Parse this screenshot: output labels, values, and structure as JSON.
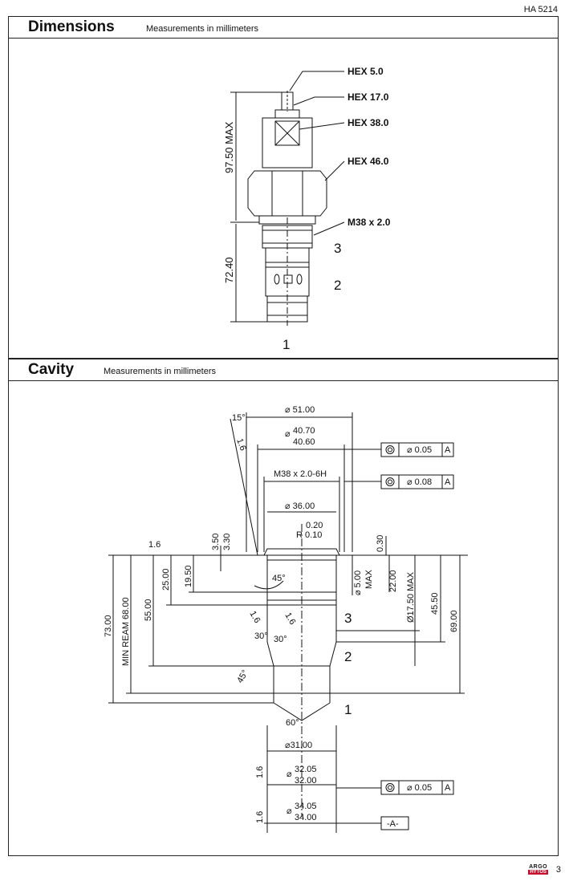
{
  "doc_code": "HA 5214",
  "page_number": "3",
  "dimensions": {
    "title": "Dimensions",
    "subtitle": "Measurements in millimeters",
    "labels": {
      "hex5": "HEX 5.0",
      "hex17": "HEX 17.0",
      "hex38": "HEX 38.0",
      "hex46": "HEX 46.0",
      "thread": "M38 x  2.0",
      "height_upper": "97.50 MAX",
      "height_lower": "72.40",
      "port3": "3",
      "port2": "2",
      "port1": "1"
    }
  },
  "cavity": {
    "title": "Cavity",
    "subtitle": "Measurements in millimeters",
    "labels": {
      "d51": "⌀ 51.00",
      "d40_hi": "40.70",
      "d40_lo": "40.60",
      "d40_sym": "⌀",
      "thread": "M38 x 2.0-6H",
      "d36": "⌀ 36.00",
      "r_a": "0.20",
      "r_b": "R 0.10",
      "angle15": "15°",
      "rough": "1.6",
      "tol1": "⌀ 0.05",
      "tol2": "⌀ 0.08",
      "tol3": "⌀ 0.05",
      "datum": "A",
      "datum_ref": "-A-",
      "v350": "3.50",
      "v330": "3.30",
      "v030": "0.30",
      "v1950": "19.50",
      "v2500": "25.00",
      "v5500": "55.00",
      "v6800": "MIN REAM 68.00",
      "v7300": "73.00",
      "v500": "⌀ 5.00",
      "vmax": "MAX",
      "v2200": "22.00",
      "v1750": "Ø17.50 MAX",
      "v4550": "45.50",
      "v6900": "69.00",
      "a45": "45°",
      "a30a": "30°",
      "a30b": "30°",
      "a45b": "45°",
      "a60": "60°",
      "d31": "⌀31.00",
      "d32_hi": "32.05",
      "d32_lo": "32.00",
      "d34_hi": "34.05",
      "d34_lo": "34.00",
      "port3": "3",
      "port2": "2",
      "port1": "1"
    }
  },
  "logo": {
    "top": "ARGO",
    "bottom": "HYTOS"
  }
}
